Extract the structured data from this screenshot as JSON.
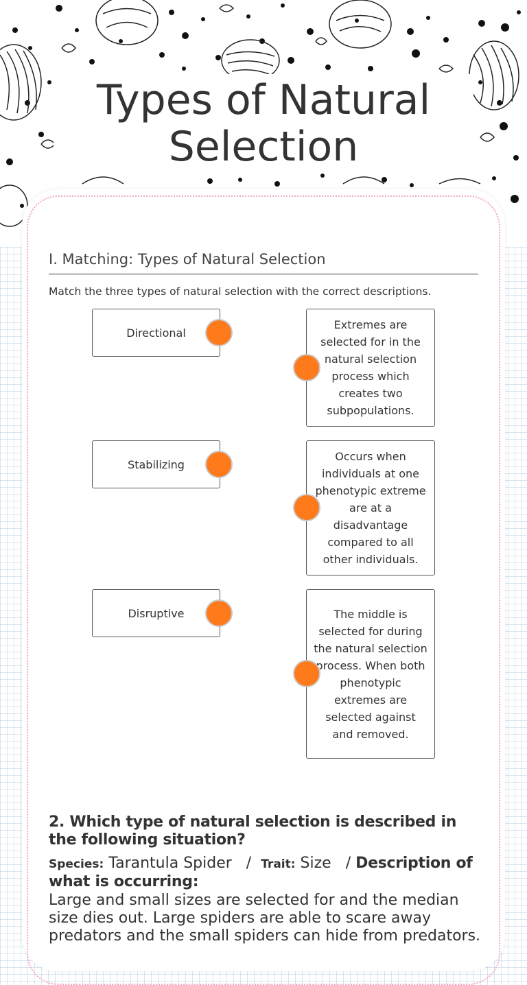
{
  "page": {
    "title": "Types of Natural Selection"
  },
  "section1": {
    "heading": "I. Matching: Types of Natural Selection",
    "instructions": "Match the three types of natural selection with the correct descriptions.",
    "terms": [
      {
        "label": "Directional"
      },
      {
        "label": "Stabilizing"
      },
      {
        "label": "Disruptive"
      }
    ],
    "descriptions": [
      {
        "text": "Extremes are selected for in the natural selection process which creates two subpopulations."
      },
      {
        "text": "Occurs when individuals at one phenotypic extreme are at a disadvantage compared to all other individuals."
      },
      {
        "text": "The middle is selected for during the natural selection process. When both phenotypic extremes are selected against and removed."
      }
    ]
  },
  "section2": {
    "question": "2. Which type of natural selection is described in the following situation?",
    "species_label": "Species:",
    "species_value": "Tarantula Spider",
    "separator": "/",
    "trait_label": "Trait:",
    "trait_value": "Size",
    "description_label": "Description of what is occurring:",
    "description_text": "Large and small sizes are selected for and the median size dies out.  Large spiders are able to scare away predators and the small spiders can hide from predators."
  },
  "colors": {
    "dot": "#ff7a1a",
    "card_border": "#f0a8c4",
    "grid": "#96b9d7"
  }
}
